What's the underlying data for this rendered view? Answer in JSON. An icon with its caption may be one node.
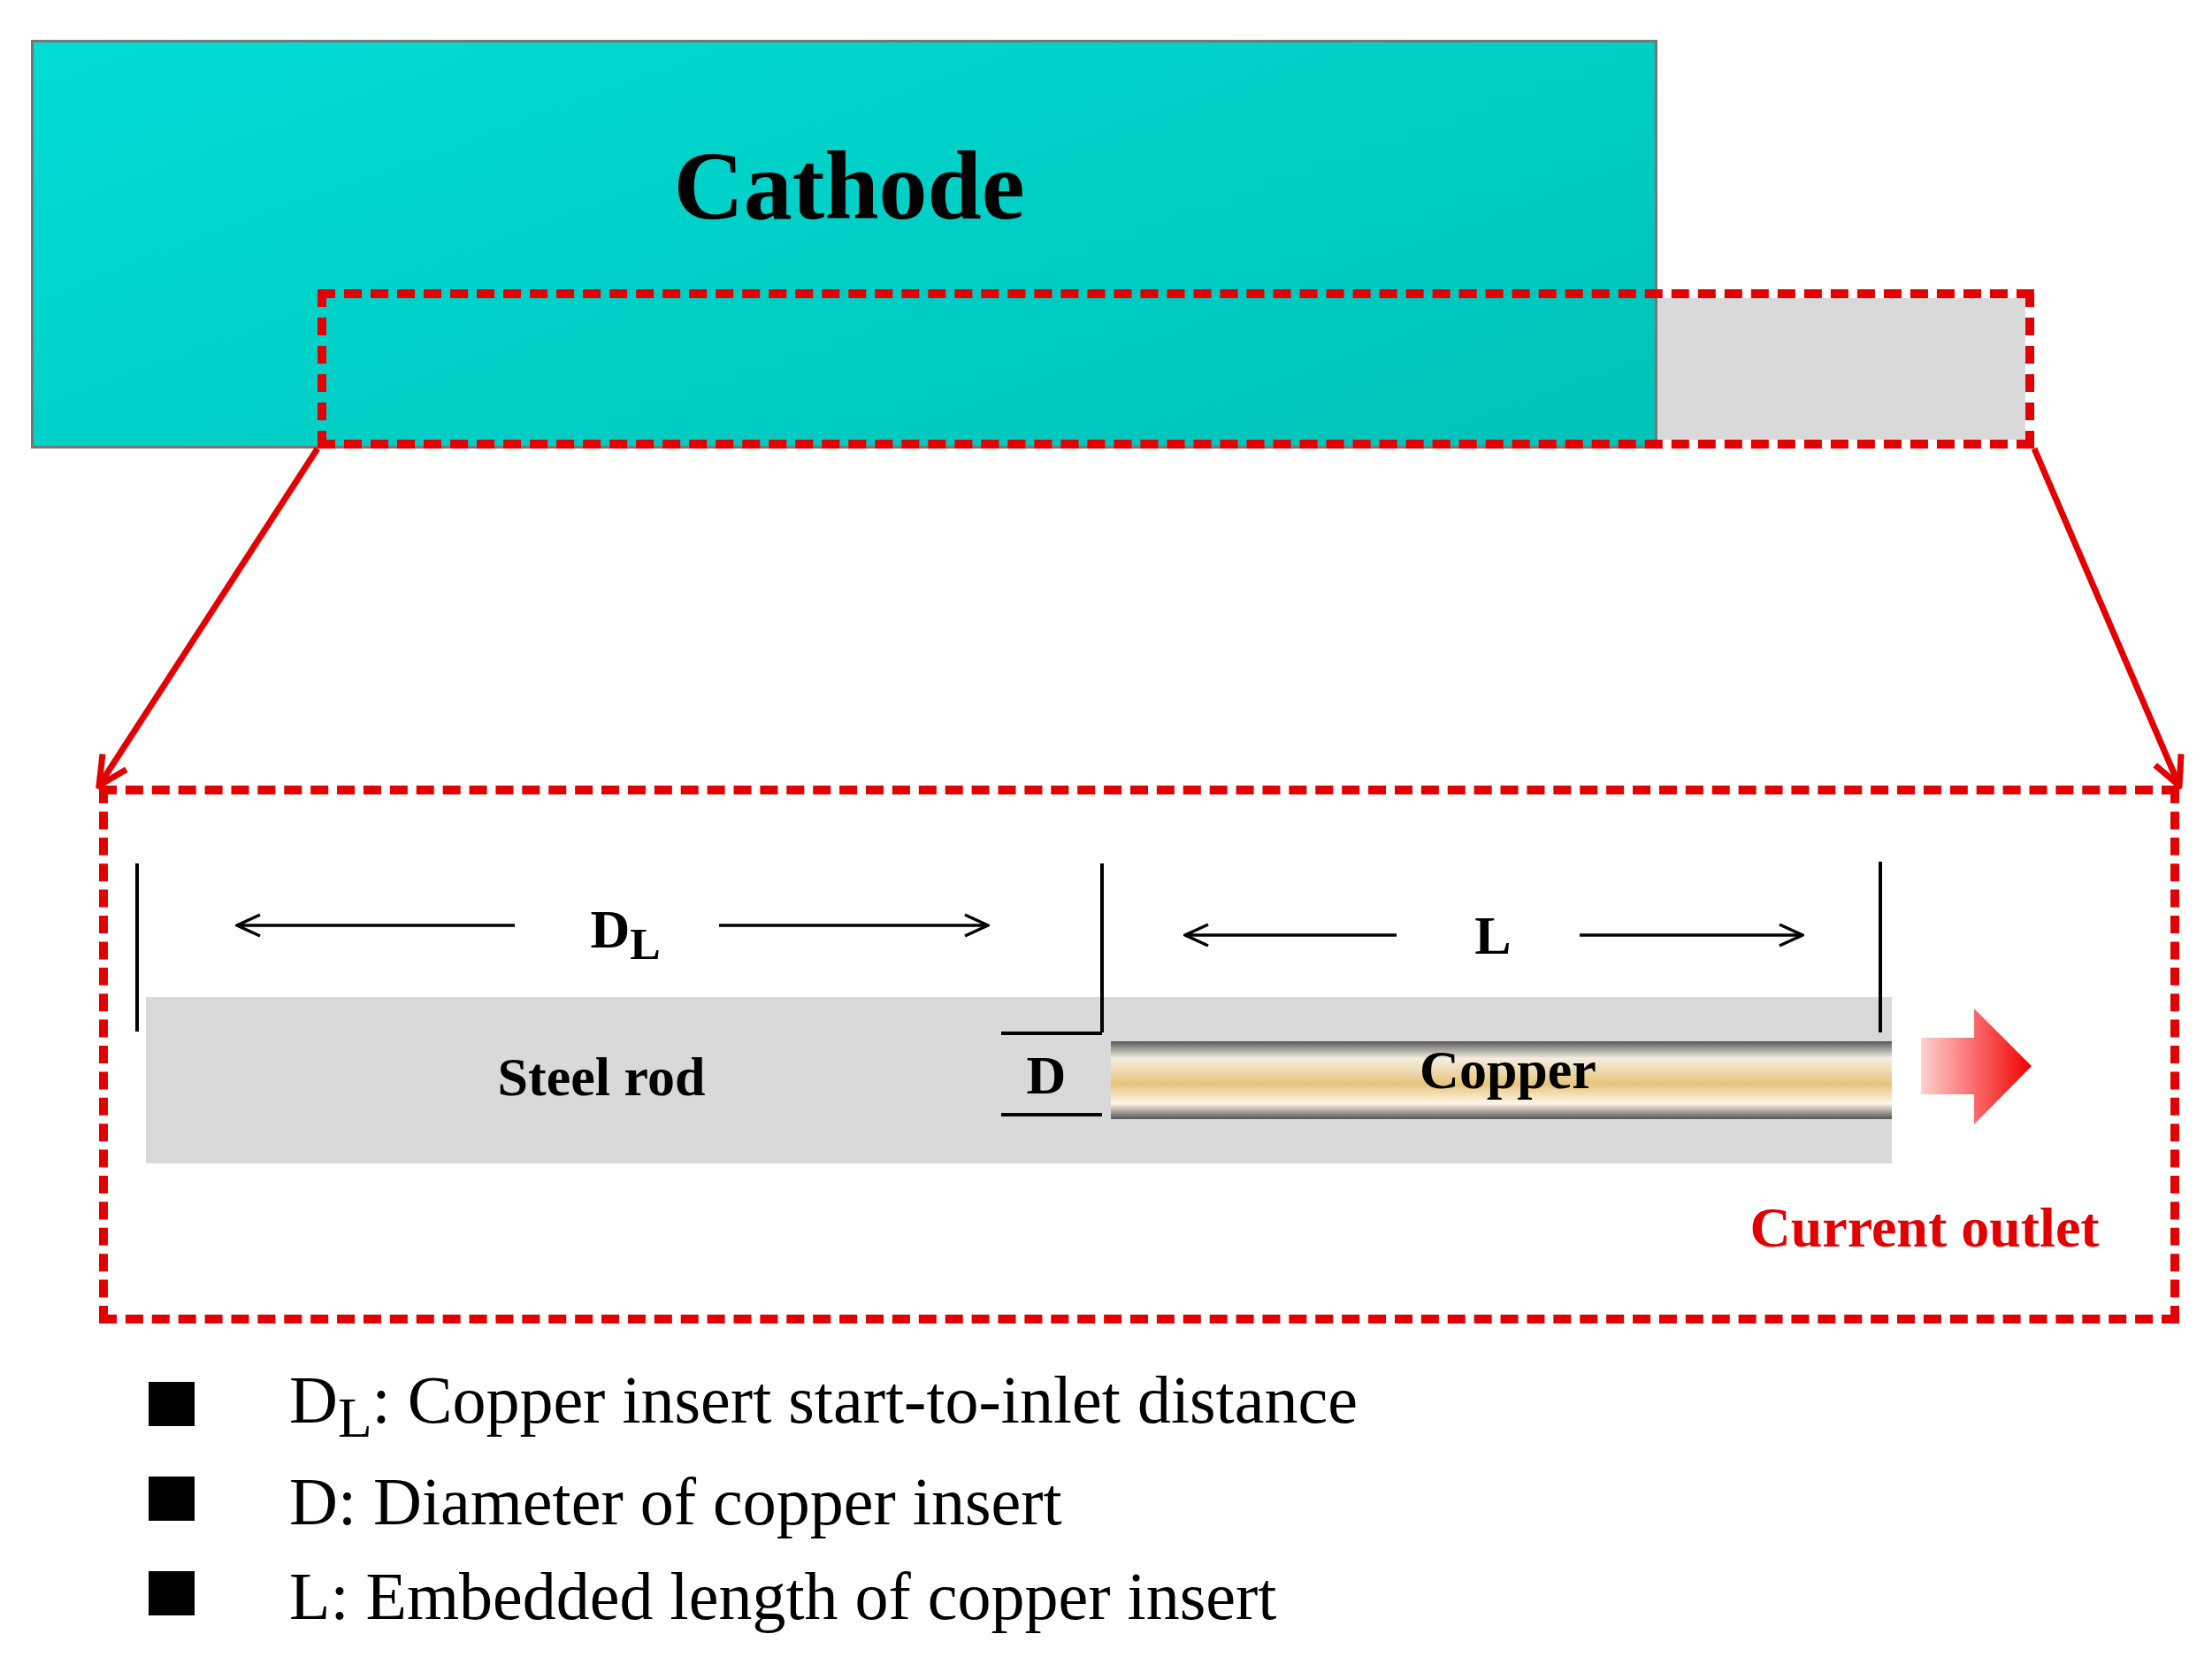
{
  "diagram": {
    "nodes": [
      {
        "text": [
          "Cathode"
        ]
      },
      {
        "text": [],
        "shape": "box"
      },
      {
        "text": [],
        "shape": "box",
        "in": 1
      },
      {
        "text": [],
        "shape": "box"
      },
      {
        "text": [
          "Steel rod"
        ],
        "in": 3
      },
      {
        "text": [
          "Copper"
        ],
        "in": 4
      }
    ],
    "edges": [
      {
        "from": 1,
        "to": 3,
        "arrow": "to",
        "color": "#e30000"
      },
      {
        "from": 1,
        "to": 3,
        "arrow": "to",
        "color": "#e30000"
      }
    ],
    "labels": [
      "D$_{L}$",
      "L",
      "D",
      "Current outlet",
      "D$_{L}$: Copper insert start-to-inlet distance",
      "D: Diameter of copper insert",
      "L: Embedded length of copper insert"
    ]
  }
}
